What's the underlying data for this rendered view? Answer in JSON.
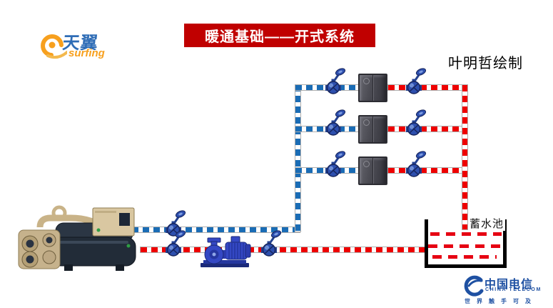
{
  "header": {
    "title": "暖通基础——开式系统",
    "credit": "叶明哲绘制"
  },
  "brand_surfing": {
    "name": "天翼",
    "tagline": "surfing"
  },
  "brand_telecom": {
    "name": "中国电信",
    "name_en": "CHINA TELECOM",
    "slogan": "世界触手可及"
  },
  "diagram": {
    "tank_label": "蓄水池",
    "components": {
      "chiller_icon": "water-cooled-chiller",
      "pump_icon": "centrifugal-pump",
      "valve_icon": "handwheel-valve",
      "fan_coil_icon": "fan-coil-unit",
      "fan_coil_count": 3,
      "valve_count": 9
    },
    "colors": {
      "banner_red": "#c00000",
      "supply_pipe_blue": "#1a6cb5",
      "return_pipe_red": "#ee0000",
      "tank_water_red": "#e60012",
      "valve_blue": "#2d4fae",
      "pump_blue": "#3448c4",
      "fan_coil_grey": "#4a4a52",
      "chiller_beige": "#c6b28c",
      "telecom_blue": "#1e50a2",
      "surfing_orange": "#f7a01e"
    }
  }
}
